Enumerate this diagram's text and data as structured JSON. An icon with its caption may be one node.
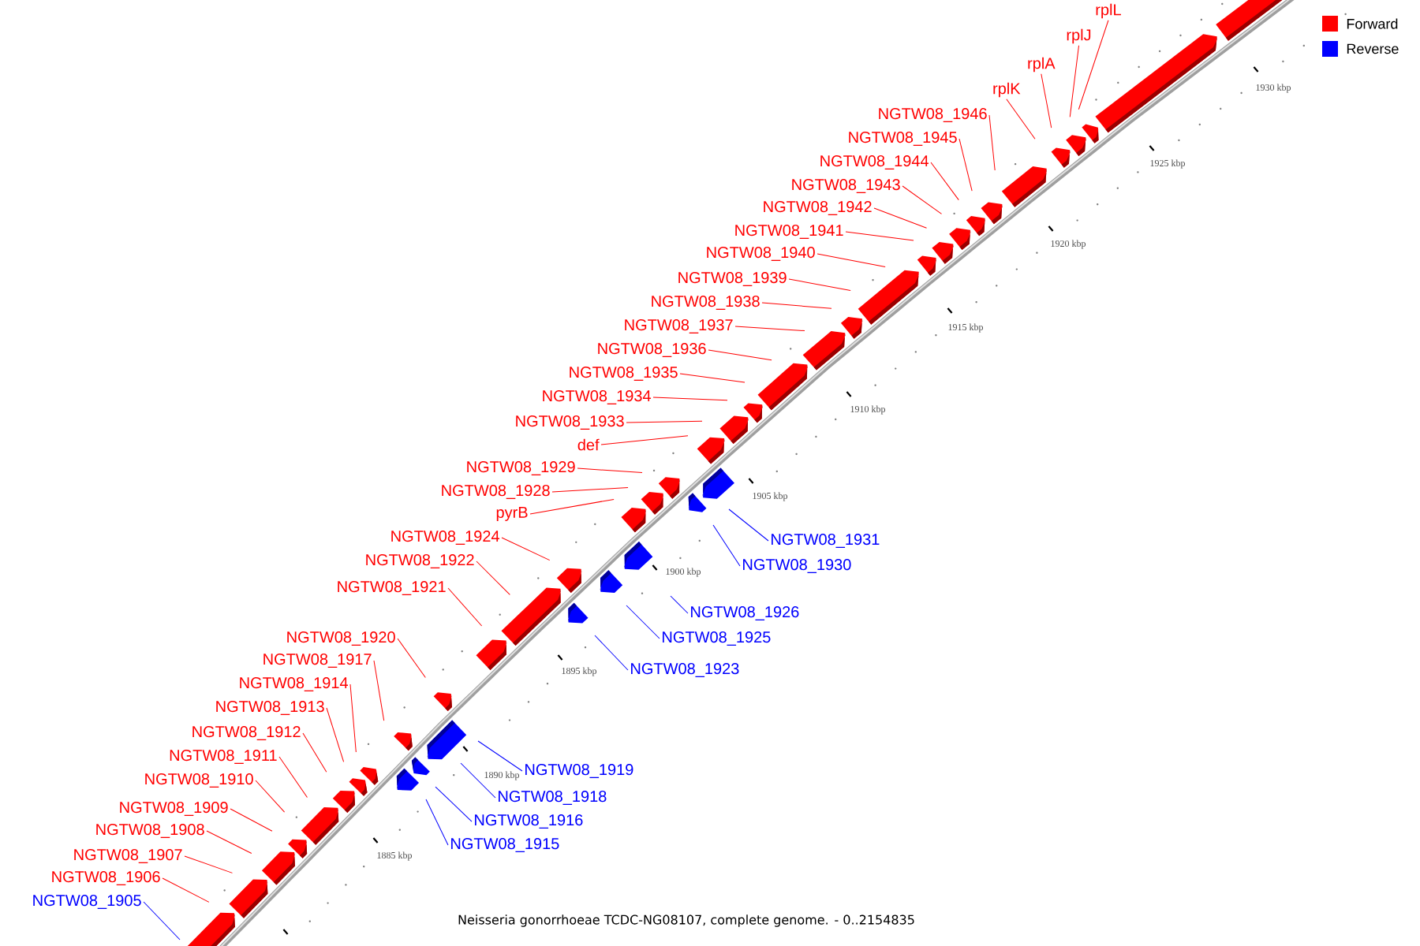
{
  "diagram": {
    "caption": "Neisseria gonorrhoeae TCDC-NG08107, complete genome. - 0..2154835",
    "nodes": [
      {
        "text": [
          "rplL"
        ]
      },
      {
        "text": [
          "rplJ"
        ]
      },
      {
        "text": [
          "rplA"
        ]
      },
      {
        "text": [
          "rplK"
        ]
      },
      {
        "text": [
          "NGTW08_1946"
        ]
      },
      {
        "text": [
          "NGTW08_1945"
        ]
      },
      {
        "text": [
          "NGTW08_1944"
        ]
      },
      {
        "text": [
          "NGTW08_1943"
        ]
      },
      {
        "text": [
          "NGTW08_1942"
        ]
      },
      {
        "text": [
          "NGTW08_1941"
        ]
      },
      {
        "text": [
          "NGTW08_1940"
        ]
      },
      {
        "text": [
          "NGTW08_1939"
        ]
      },
      {
        "text": [
          "NGTW08_1938"
        ]
      },
      {
        "text": [
          "NGTW08_1937"
        ]
      },
      {
        "text": [
          "NGTW08_1936"
        ]
      },
      {
        "text": [
          "NGTW08_1935"
        ]
      },
      {
        "text": [
          "NGTW08_1934"
        ]
      },
      {
        "text": [
          "NGTW08_1933"
        ]
      },
      {
        "text": [
          "def"
        ]
      },
      {
        "text": [
          "NGTW08_1929"
        ]
      },
      {
        "text": [
          "NGTW08_1928"
        ]
      },
      {
        "text": [
          "pyrB"
        ]
      },
      {
        "text": [
          "NGTW08_1924"
        ]
      },
      {
        "text": [
          "NGTW08_1922"
        ]
      },
      {
        "text": [
          "NGTW08_1921"
        ]
      },
      {
        "text": [
          "NGTW08_1920"
        ]
      },
      {
        "text": [
          "NGTW08_1917"
        ]
      },
      {
        "text": [
          "NGTW08_1914"
        ]
      },
      {
        "text": [
          "NGTW08_1913"
        ]
      },
      {
        "text": [
          "NGTW08_1912"
        ]
      },
      {
        "text": [
          "NGTW08_1911"
        ]
      },
      {
        "text": [
          "NGTW08_1910"
        ]
      },
      {
        "text": [
          "NGTW08_1909"
        ]
      },
      {
        "text": [
          "NGTW08_1908"
        ]
      },
      {
        "text": [
          "NGTW08_1907"
        ]
      },
      {
        "text": [
          "NGTW08_1906"
        ]
      },
      {
        "text": [
          "NGTW08_1905"
        ]
      },
      {
        "text": [
          "NGTW08_1931"
        ]
      },
      {
        "text": [
          "NGTW08_1930"
        ]
      },
      {
        "text": [
          "NGTW08_1926"
        ]
      },
      {
        "text": [
          "NGTW08_1925"
        ]
      },
      {
        "text": [
          "NGTW08_1923"
        ]
      },
      {
        "text": [
          "NGTW08_1919"
        ]
      },
      {
        "text": [
          "NGTW08_1918"
        ]
      },
      {
        "text": [
          "NGTW08_1916"
        ]
      },
      {
        "text": [
          "NGTW08_1915"
        ]
      }
    ],
    "edges": [
      {
        "from": 0,
        "to": null,
        "arrow": "none"
      },
      {
        "from": 1,
        "to": null,
        "arrow": "none"
      },
      {
        "from": 2,
        "to": null,
        "arrow": "none"
      },
      {
        "from": 3,
        "to": null,
        "arrow": "none"
      },
      {
        "from": 4,
        "to": null,
        "arrow": "none"
      },
      {
        "from": 5,
        "to": null,
        "arrow": "none"
      },
      {
        "from": 6,
        "to": null,
        "arrow": "none"
      },
      {
        "from": 7,
        "to": null,
        "arrow": "none"
      },
      {
        "from": 8,
        "to": null,
        "arrow": "none"
      },
      {
        "from": 9,
        "to": null,
        "arrow": "none"
      },
      {
        "from": 10,
        "to": null,
        "arrow": "none"
      },
      {
        "from": 11,
        "to": null,
        "arrow": "none"
      },
      {
        "from": 12,
        "to": null,
        "arrow": "none"
      },
      {
        "from": 13,
        "to": null,
        "arrow": "none"
      },
      {
        "from": 14,
        "to": null,
        "arrow": "none"
      },
      {
        "from": 15,
        "to": null,
        "arrow": "none"
      },
      {
        "from": 16,
        "to": null,
        "arrow": "none"
      },
      {
        "from": 17,
        "to": null,
        "arrow": "none"
      },
      {
        "from": 18,
        "to": null,
        "arrow": "none"
      },
      {
        "from": 19,
        "to": null,
        "arrow": "none"
      },
      {
        "from": 20,
        "to": null,
        "arrow": "none"
      },
      {
        "from": 21,
        "to": null,
        "arrow": "none"
      },
      {
        "from": 22,
        "to": null,
        "arrow": "none"
      },
      {
        "from": 23,
        "to": null,
        "arrow": "none"
      },
      {
        "from": 24,
        "to": null,
        "arrow": "none"
      },
      {
        "from": 25,
        "to": null,
        "arrow": "none"
      },
      {
        "from": 26,
        "to": null,
        "arrow": "none"
      },
      {
        "from": 27,
        "to": null,
        "arrow": "none"
      },
      {
        "from": 28,
        "to": null,
        "arrow": "none"
      },
      {
        "from": 29,
        "to": null,
        "arrow": "none"
      },
      {
        "from": 30,
        "to": null,
        "arrow": "none"
      },
      {
        "from": 31,
        "to": null,
        "arrow": "none"
      },
      {
        "from": 32,
        "to": null,
        "arrow": "none"
      },
      {
        "from": 33,
        "to": null,
        "arrow": "none"
      },
      {
        "from": 34,
        "to": null,
        "arrow": "none"
      },
      {
        "from": 35,
        "to": null,
        "arrow": "none"
      },
      {
        "from": 36,
        "to": null,
        "arrow": "none",
        "color": "#0000ff"
      },
      {
        "from": 37,
        "to": null,
        "arrow": "none",
        "color": "#0000ff"
      },
      {
        "from": 38,
        "to": null,
        "arrow": "none",
        "color": "#0000ff"
      },
      {
        "from": 39,
        "to": null,
        "arrow": "none",
        "color": "#0000ff"
      },
      {
        "from": 40,
        "to": null,
        "arrow": "none",
        "color": "#0000ff"
      },
      {
        "from": 41,
        "to": null,
        "arrow": "none",
        "color": "#0000ff"
      },
      {
        "from": 42,
        "to": null,
        "arrow": "none",
        "color": "#0000ff"
      },
      {
        "from": 43,
        "to": null,
        "arrow": "none",
        "color": "#0000ff"
      },
      {
        "from": 44,
        "to": null,
        "arrow": "none",
        "color": "#0000ff"
      },
      {
        "from": 45,
        "to": null,
        "arrow": "none",
        "color": "#0000ff"
      }
    ],
    "labels": [
      "1885 kbp",
      "1890 kbp",
      "1895 kbp",
      "1900 kbp",
      "1905 kbp",
      "1910 kbp",
      "1915 kbp",
      "1920 kbp",
      "1925 kbp",
      "1930 kbp"
    ],
    "legend": [
      {
        "text": "Forward",
        "color": "#ff0000"
      },
      {
        "text": "Reverse",
        "color": "#0000ff"
      }
    ]
  }
}
